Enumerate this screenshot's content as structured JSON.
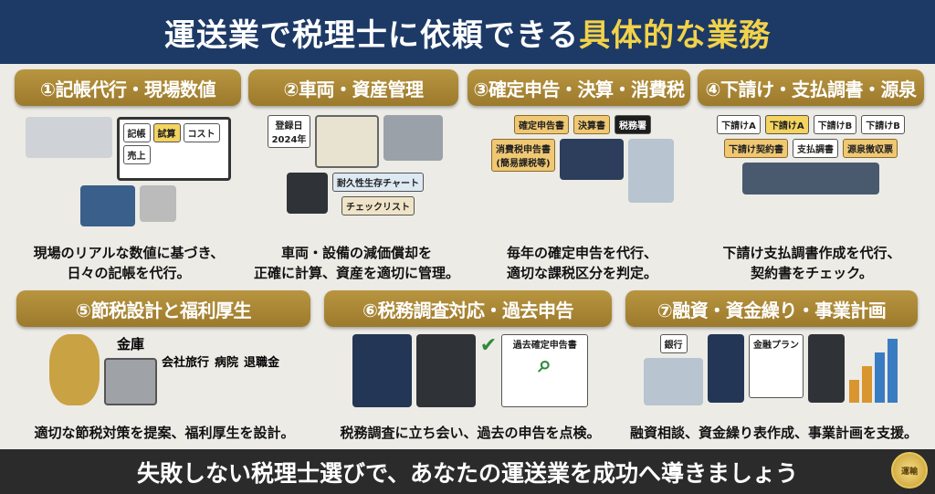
{
  "header": {
    "title_main": "運送業で税理士に依頼できる",
    "title_highlight": "具体的な業務"
  },
  "colors": {
    "header_bg": "#1d3a66",
    "highlight": "#f2d24a",
    "badge_gold": "#a8862f",
    "footer_bg": "#2b2b2b"
  },
  "services": [
    {
      "label": "①記帳代行・現場数値",
      "caption_1": "現場のリアルな数値に基づき、",
      "caption_2": "日々の記帳を代行。",
      "illustration_labels": [
        "記帳",
        "試算",
        "コスト",
        "売上"
      ]
    },
    {
      "label": "②車両・資産管理",
      "caption_1": "車両・設備の減価償却を",
      "caption_2": "正確に計算、資産を適切に管理。",
      "illustration_labels": [
        "登録日",
        "2024年",
        "耐久性生存チャート",
        "チェックリスト"
      ]
    },
    {
      "label": "③確定申告・決算・消費税",
      "caption_1": "毎年の確定申告を代行、",
      "caption_2": "適切な課税区分を判定。",
      "illustration_labels": [
        "確定申告書",
        "決算書",
        "消費税申告書",
        "(簡易課税等)",
        "税務署"
      ]
    },
    {
      "label": "④下請け・支払調書・源泉",
      "caption_1": "下請け支払調書作成を代行、",
      "caption_2": "契約書をチェック。",
      "illustration_labels": [
        "下請けA",
        "下請けA",
        "下請けB",
        "下請けB",
        "下請け契約書",
        "支払調書",
        "源泉徴収票"
      ]
    },
    {
      "label": "⑤節税設計と福利厚生",
      "caption_1": "適切な節税対策を提案、福利厚生を設計。",
      "illustration_labels": [
        "金庫",
        "会社旅行",
        "病院",
        "退職金"
      ]
    },
    {
      "label": "⑥税務調査対応・過去申告",
      "caption_1": "税務調査に立ち会い、過去の申告を点検。",
      "illustration_labels": [
        "過去確定申告書"
      ]
    },
    {
      "label": "⑦融資・資金繰り・事業計画",
      "caption_1": "融資相談、資金繰り表作成、事業計画を支援。",
      "illustration_labels": [
        "銀行",
        "金融プラン"
      ]
    }
  ],
  "footer": {
    "text": "失敗しない税理士選びで、あなたの運送業を成功へ導きましょう",
    "medal": "運輸"
  }
}
